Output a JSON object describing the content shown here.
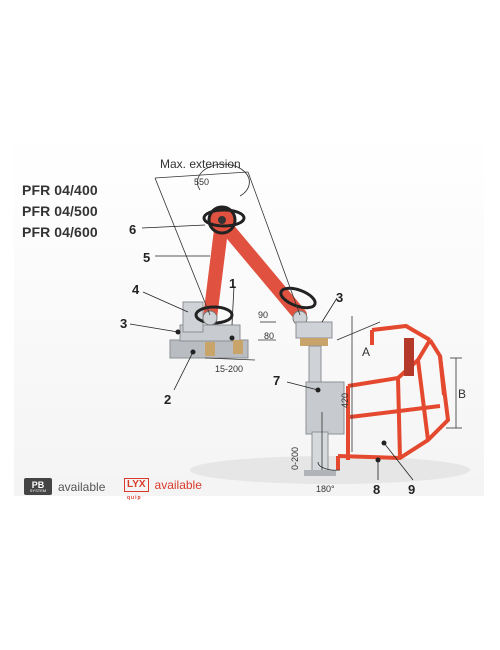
{
  "models": [
    "PFR 04/400",
    "PFR 04/500",
    "PFR 04/600"
  ],
  "dimension_labels": {
    "max_extension": "Max. extension",
    "extension_value": "550",
    "d90": "90",
    "d80": "80",
    "d15_200": "15-200",
    "d420": "420",
    "d0_200": "0-200",
    "rotation": "180°",
    "a": "A",
    "b": "B"
  },
  "callouts": [
    "1",
    "2",
    "3",
    "3",
    "4",
    "5",
    "6",
    "7",
    "8",
    "9"
  ],
  "availability": [
    {
      "logo_main": "PB",
      "logo_sub": "SYSTEM",
      "text": "available",
      "color": "#555555"
    },
    {
      "logo_main": "LYX",
      "logo_sub": "quip",
      "text": "available",
      "color": "#d93b2b"
    }
  ],
  "colors": {
    "arm": "#e0523f",
    "frame": "#e4492f",
    "metal": "#b9bcc0",
    "accent": "#c8a46a"
  }
}
